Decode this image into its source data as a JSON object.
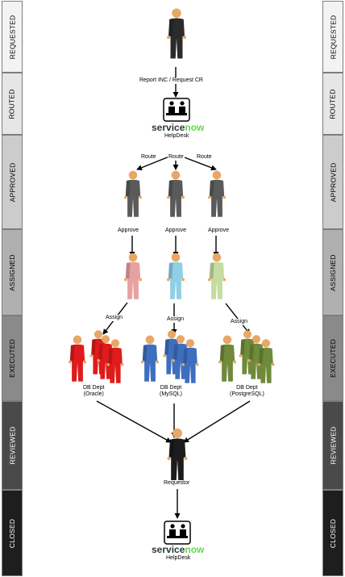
{
  "stages": [
    {
      "id": "requested",
      "label": "REQUESTED",
      "bg": "#f3f3f3",
      "fg": "#000000"
    },
    {
      "id": "routed",
      "label": "ROUTED",
      "bg": "#e6e6e6",
      "fg": "#000000"
    },
    {
      "id": "approved",
      "label": "APPROVED",
      "bg": "#cccccc",
      "fg": "#000000"
    },
    {
      "id": "assigned",
      "label": "ASSIGNED",
      "bg": "#b0b0b0",
      "fg": "#000000"
    },
    {
      "id": "executed",
      "label": "EXECUTED",
      "bg": "#8a8a8a",
      "fg": "#000000"
    },
    {
      "id": "reviewed",
      "label": "REVIEWED",
      "bg": "#4a4a4a",
      "fg": "#ffffff"
    },
    {
      "id": "closed",
      "label": "CLOSED",
      "bg": "#1e1e1e",
      "fg": "#ffffff"
    }
  ],
  "labels": {
    "report": "Report INC / Request CR",
    "helpdesk_top": "HelpDesk",
    "route": "Route",
    "approve": "Approve",
    "assign": "Assign",
    "dept_oracle": "DB Dept\n(Oracle)",
    "dept_mysql": "DB Dept\n(MySQL)",
    "dept_postgres": "DB Dept\n(PostgreSQL)",
    "requestor": "Requestor",
    "helpdesk_bottom": "HelpDesk"
  },
  "logo": {
    "text_a": "service",
    "text_b": "now"
  },
  "colors": {
    "requester": "#2b2b2b",
    "approver": "#5a5a5a",
    "assign_red": "#e8a0a0",
    "assign_blue": "#8fd0e6",
    "assign_green": "#c6dca0",
    "team_red": "#e01b1b",
    "team_blue": "#3e6fbf",
    "team_green": "#6f8a3a",
    "skin": "#e7a765"
  }
}
